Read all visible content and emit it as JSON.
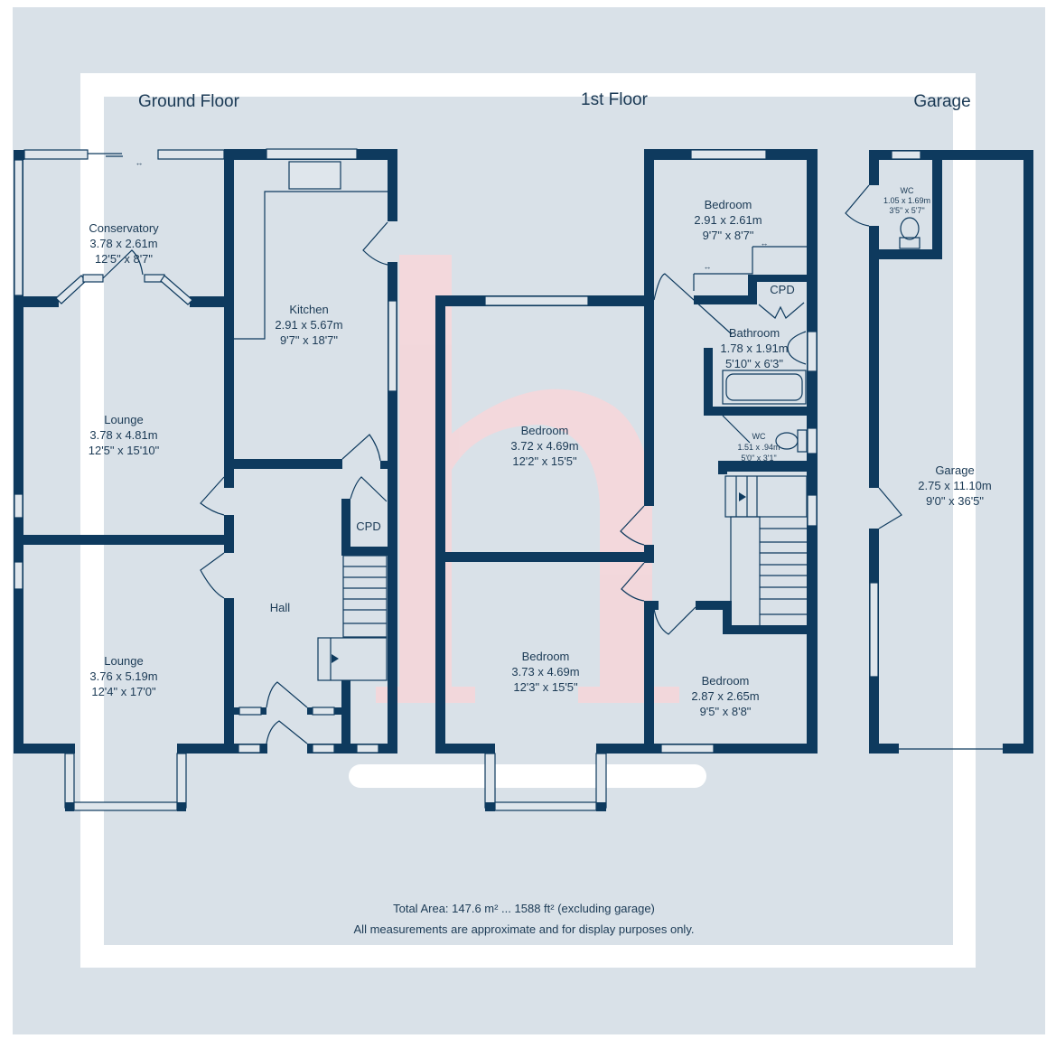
{
  "floors": {
    "ground": "Ground Floor",
    "first": "1st Floor",
    "garage": "Garage"
  },
  "rooms": {
    "conservatory": {
      "name": "Conservatory",
      "metric": "3.78 x 2.61m",
      "imperial": "12'5\" x 8'7\""
    },
    "kitchen": {
      "name": "Kitchen",
      "metric": "2.91 x 5.67m",
      "imperial": "9'7\" x 18'7\""
    },
    "lounge1": {
      "name": "Lounge",
      "metric": "3.78 x 4.81m",
      "imperial": "12'5\" x 15'10\""
    },
    "lounge2": {
      "name": "Lounge",
      "metric": "3.76 x 5.19m",
      "imperial": "12'4\" x 17'0\""
    },
    "hall": {
      "name": "Hall"
    },
    "cpd_ground": {
      "name": "CPD"
    },
    "bedroom1": {
      "name": "Bedroom",
      "metric": "3.72 x 4.69m",
      "imperial": "12'2\" x 15'5\""
    },
    "bedroom2": {
      "name": "Bedroom",
      "metric": "3.73 x 4.69m",
      "imperial": "12'3\" x 15'5\""
    },
    "bedroom3": {
      "name": "Bedroom",
      "metric": "2.91 x 2.61m",
      "imperial": "9'7\" x 8'7\""
    },
    "bedroom4": {
      "name": "Bedroom",
      "metric": "2.87 x 2.65m",
      "imperial": "9'5\" x 8'8\""
    },
    "cpd_first": {
      "name": "CPD"
    },
    "bathroom": {
      "name": "Bathroom",
      "metric": "1.78 x 1.91m",
      "imperial": "5'10\" x 6'3\""
    },
    "wc_first": {
      "name": "WC",
      "metric": "1.51 x .94m",
      "imperial": "5'0\" x 3'1\""
    },
    "wc_garage": {
      "name": "WC",
      "metric": "1.05 x 1.69m",
      "imperial": "3'5\" x 5'7\""
    },
    "garage": {
      "name": "Garage",
      "metric": "2.75 x 11.10m",
      "imperial": "9'0\" x 36'5\""
    }
  },
  "footer": {
    "total_area": "Total Area: 147.6 m² ... 1588 ft² (excluding garage)",
    "disclaimer": "All measurements are approximate and for display purposes only."
  },
  "watermark": {
    "letter": "h"
  },
  "colors": {
    "wall": "#0e3a5e",
    "background": "#d9e1e8",
    "watermark": "#f7c9cc"
  }
}
